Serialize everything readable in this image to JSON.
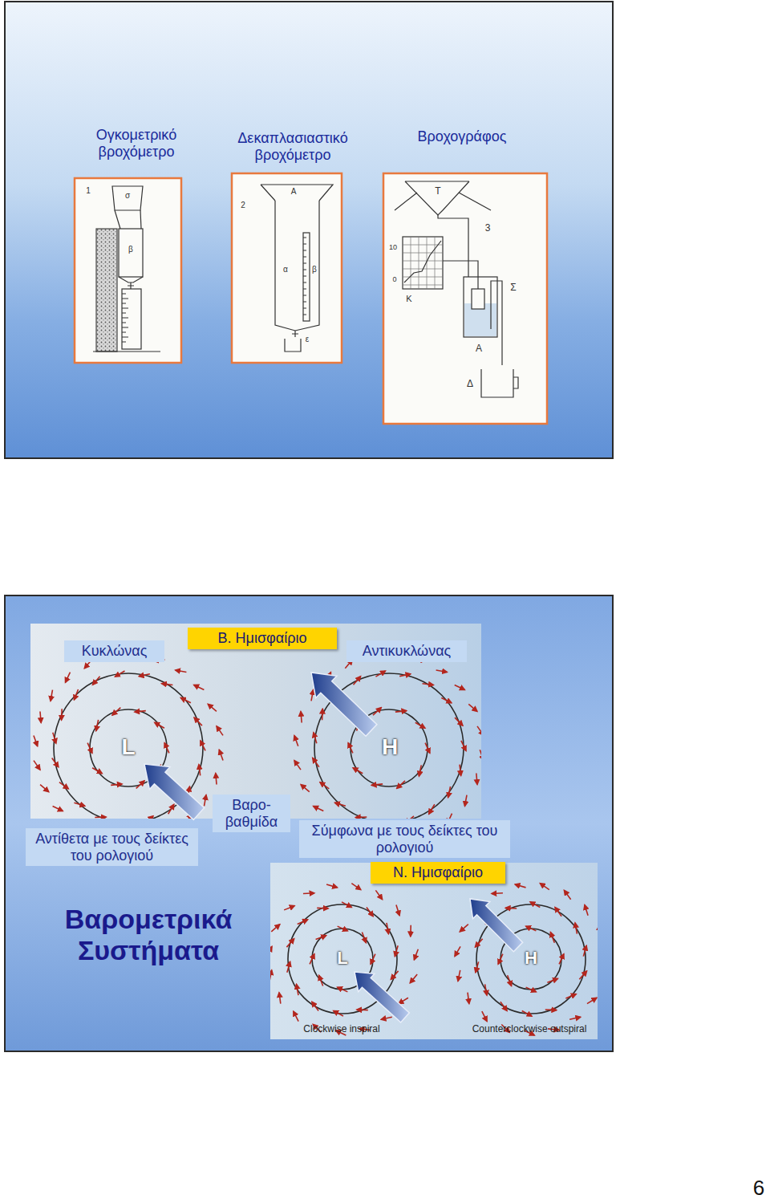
{
  "diagram": {
    "nodes": [
      {
        "text": [
          "Κυκλώνας"
        ]
      },
      {
        "text": [
          "Β. Ημισφαίριο"
        ]
      },
      {
        "text": [
          "Αντικυκλώνας"
        ]
      },
      {
        "text": [
          "Βαρο- βαθμίδα"
        ]
      },
      {
        "text": [
          "Σύμφωνα με τους δείκτες του ρολογιού"
        ]
      },
      {
        "text": [
          "Αντίθετα με τους δείκτες του ρολογιού"
        ]
      },
      {
        "text": [
          "Ν. Ημισφαίριο"
        ]
      }
    ],
    "labels": [
      "Ογκομετρικό βροχόμετρο",
      "Δεκαπλασιαστικό βροχόμετρο",
      "Βροχογράφος",
      "1",
      "σ",
      "β",
      "2",
      "Α",
      "α",
      "β",
      "ε",
      "Τ",
      "3",
      "10",
      "0",
      "Κ",
      "Σ",
      "Α",
      "Δ",
      "L",
      "H",
      "Βαρομετρικά Συστήματα",
      "L",
      "H",
      "Clockwise inspiral",
      "Counterclockwise outspiral",
      "6"
    ]
  }
}
